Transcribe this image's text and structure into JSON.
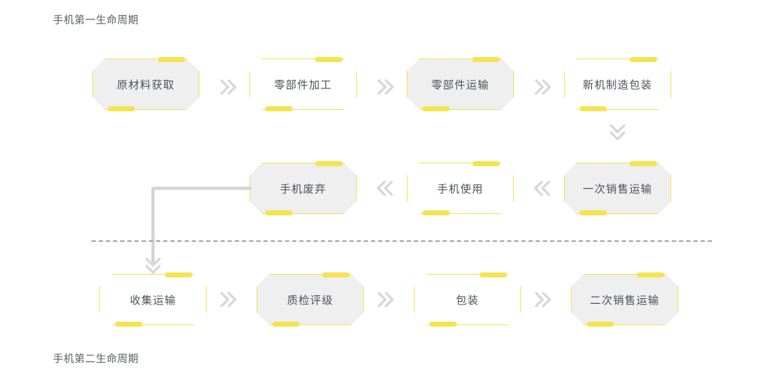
{
  "diagram": {
    "title_top": "手机第一生命周期",
    "title_bottom": "手机第二生命周期",
    "colors": {
      "node_border": "#f2e152",
      "node_accent": "#f4e450",
      "node_fill_gray": "#efefef",
      "node_fill_white": "#ffffff",
      "text": "#4c5158",
      "connector": "#d8d8d8",
      "divider": "#9ea3aa"
    },
    "rows": [
      {
        "name": "row-1",
        "direction": "left-to-right",
        "nodes": [
          {
            "label": "原材料获取",
            "fill": "gray"
          },
          {
            "label": "零部件加工",
            "fill": "white"
          },
          {
            "label": "零部件运输",
            "fill": "gray"
          },
          {
            "label": "新机制造包装",
            "fill": "white"
          }
        ]
      },
      {
        "name": "row-2",
        "direction": "right-to-left",
        "nodes": [
          {
            "label": "手机废弃",
            "fill": "gray"
          },
          {
            "label": "手机使用",
            "fill": "white"
          },
          {
            "label": "一次销售运输",
            "fill": "gray"
          }
        ]
      },
      {
        "name": "row-3",
        "direction": "left-to-right",
        "nodes": [
          {
            "label": "收集运输",
            "fill": "white"
          },
          {
            "label": "质检评级",
            "fill": "gray"
          },
          {
            "label": "包装",
            "fill": "white"
          },
          {
            "label": "二次销售运输",
            "fill": "gray"
          }
        ]
      }
    ],
    "connectors": [
      {
        "name": "chevron-row1-1",
        "icon": "chevron-double-right"
      },
      {
        "name": "chevron-row1-2",
        "icon": "chevron-double-right"
      },
      {
        "name": "chevron-row1-3",
        "icon": "chevron-double-right"
      },
      {
        "name": "chevron-row1-to-row2",
        "icon": "chevron-double-down"
      },
      {
        "name": "chevron-row2-1",
        "icon": "chevron-double-left"
      },
      {
        "name": "chevron-row2-2",
        "icon": "chevron-double-left"
      },
      {
        "name": "chevron-row2-to-row3",
        "icon": "chevron-double-down"
      },
      {
        "name": "chevron-row3-1",
        "icon": "chevron-double-right"
      },
      {
        "name": "chevron-row3-2",
        "icon": "chevron-double-right"
      },
      {
        "name": "chevron-row3-3",
        "icon": "chevron-double-right"
      }
    ]
  }
}
